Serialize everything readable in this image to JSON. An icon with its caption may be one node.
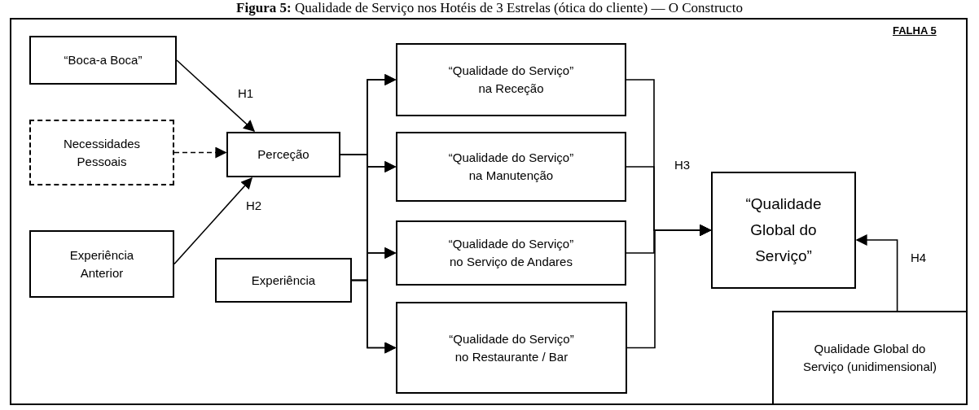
{
  "diagram": {
    "title": "**Figura 5:** Qualidade de Serviço nos Hotéis de 3 Estrelas (ótica do cliente) — O Constructo",
    "nodes": [
      {
        "text": [
          "“Boca-a Boca”"
        ]
      },
      {
        "text": [
          "Necessidades Pessoais"
        ]
      },
      {
        "text": [
          "Experiência Anterior"
        ]
      },
      {
        "text": [
          "Perceção"
        ]
      },
      {
        "text": [
          "Experiência"
        ]
      },
      {
        "text": [
          "“Qualidade do Serviço” na Receção"
        ]
      },
      {
        "text": [
          "“Qualidade do Serviço” na Manutenção"
        ]
      },
      {
        "text": [
          "“Qualidade do Serviço” no Serviço de Andares"
        ]
      },
      {
        "text": [
          "“Qualidade do Serviço” no Restaurante / Bar"
        ]
      },
      {
        "text": [
          "“Qualidade Global do Serviço”"
        ]
      },
      {
        "text": [
          "Qualidade Global do Serviço (unidimensional)"
        ]
      }
    ],
    "edges": [
      {
        "from": 0,
        "to": 3,
        "arrow": "to",
        "label": "H1"
      },
      {
        "from": 1,
        "to": 3,
        "arrow": "to",
        "style": "dashed"
      },
      {
        "from": 2,
        "to": 3,
        "arrow": "to",
        "label": "H2"
      },
      {
        "from": 3,
        "to": 5,
        "arrow": "to"
      },
      {
        "from": 3,
        "to": 6,
        "arrow": "to"
      },
      {
        "from": 3,
        "to": 7,
        "arrow": "to"
      },
      {
        "from": 3,
        "to": 8,
        "arrow": "to"
      },
      {
        "from": 4,
        "to": 5,
        "arrow": "to"
      },
      {
        "from": 4,
        "to": 6,
        "arrow": "to"
      },
      {
        "from": 4,
        "to": 7,
        "arrow": "to"
      },
      {
        "from": 4,
        "to": 8,
        "arrow": "to"
      },
      {
        "from": 5,
        "to": 9,
        "arrow": "to",
        "label": "H3"
      },
      {
        "from": 6,
        "to": 9,
        "arrow": "to"
      },
      {
        "from": 7,
        "to": 9,
        "arrow": "to"
      },
      {
        "from": 8,
        "to": 9,
        "arrow": "to"
      },
      {
        "from": 10,
        "to": 9,
        "arrow": "to",
        "label": "H4"
      }
    ],
    "labels": [
      "FALHA 5"
    ]
  }
}
